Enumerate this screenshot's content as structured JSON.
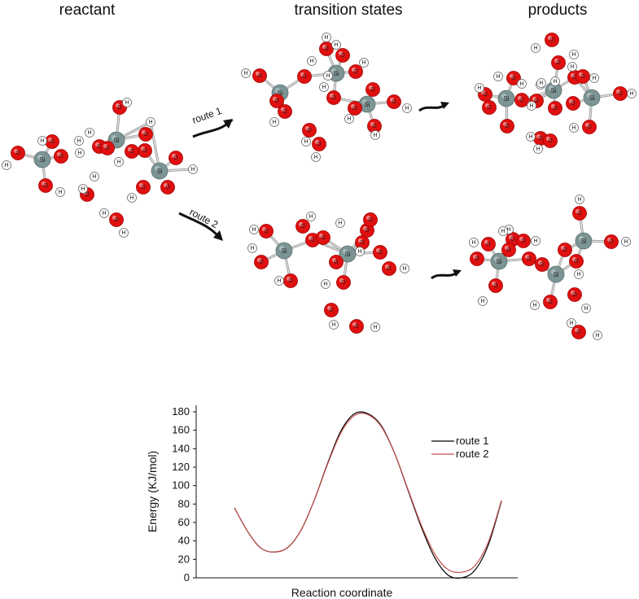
{
  "headers": {
    "reactant": "reactant",
    "transition_states": "transition states",
    "products": "products"
  },
  "routes": {
    "route1": "route 1",
    "route2": "route 2"
  },
  "atoms": {
    "si": "Si",
    "o": "O",
    "h": "H"
  },
  "colors": {
    "oxygen": "#e01010",
    "silicon": "#7d9494",
    "hydrogen": "#ffffff",
    "route1_line": "#000000",
    "route2_line": "#c0504d"
  },
  "chart_data": {
    "type": "line",
    "xlabel": "Reaction coordinate",
    "ylabel": "Energy (KJ/mol)",
    "ylim": [
      0,
      180
    ],
    "yticks": [
      0,
      20,
      40,
      60,
      80,
      100,
      120,
      140,
      160,
      180
    ],
    "xlim": [
      0,
      1
    ],
    "grid": false,
    "legend_position": "right",
    "series": [
      {
        "name": "route 1",
        "color": "#000000",
        "x": [
          0.0,
          0.05,
          0.1,
          0.15,
          0.2,
          0.25,
          0.3,
          0.35,
          0.4,
          0.45,
          0.5,
          0.55,
          0.6,
          0.65,
          0.7,
          0.75,
          0.8,
          0.85,
          0.9,
          0.95,
          1.0
        ],
        "y": [
          76,
          50,
          32,
          28,
          33,
          52,
          85,
          125,
          160,
          178,
          178,
          165,
          135,
          95,
          55,
          22,
          3,
          0,
          8,
          35,
          83
        ]
      },
      {
        "name": "route 2",
        "color": "#c0504d",
        "x": [
          0.0,
          0.05,
          0.1,
          0.15,
          0.2,
          0.25,
          0.3,
          0.35,
          0.4,
          0.45,
          0.5,
          0.55,
          0.6,
          0.65,
          0.7,
          0.75,
          0.8,
          0.85,
          0.9,
          0.95,
          1.0
        ],
        "y": [
          76,
          50,
          32,
          28,
          33,
          52,
          85,
          124,
          158,
          176,
          177,
          164,
          135,
          96,
          57,
          26,
          9,
          6,
          13,
          38,
          84
        ]
      }
    ]
  }
}
